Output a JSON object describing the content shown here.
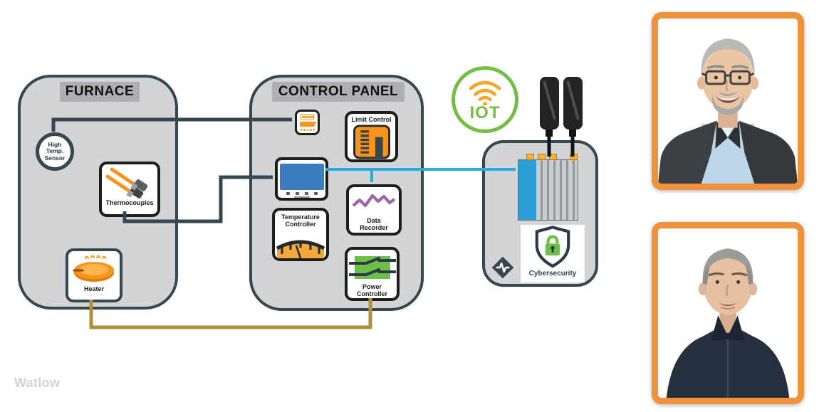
{
  "furnace": {
    "title": "FURNACE",
    "sensor": "High\nTemp.\nSensor",
    "thermocouples": "Thermocouples",
    "heater": "Heater"
  },
  "control_panel": {
    "title": "CONTROL PANEL",
    "limit_control": "Limit Control",
    "temperature_controller": "Temperature\nController",
    "data_recorder": "Data\nRecorder",
    "power_controller": "Power\nController"
  },
  "iot": {
    "label": "IOT"
  },
  "gateway": {
    "cybersecurity": "Cybersecurity"
  },
  "watermark": {
    "text": "Watlow"
  },
  "icons": {
    "wifi-icon": "three orange signal arcs with dot",
    "antenna-icon": "black paddle antenna with cable",
    "shield-lock-icon": "shield outline with green padlock",
    "watlow-logo-icon": "dark diamond with white pulse W",
    "thermocouples-icon": "two orange thermocouple probes",
    "heater-icon": "orange heater disc with flames",
    "limit-control-icon": "orange module with menu bars",
    "touchscreen-icon": "blue touchscreen controller",
    "gauge-icon": "yellow analog gauge with needle",
    "zigzag-icon": "purple trend line",
    "power-switch-icon": "green block with open contactors"
  },
  "colors": {
    "panel-fill": "#d2d4d6",
    "panel-border": "#37474f",
    "label-bg": "#aeb0b3",
    "ink": "#1d1d1b",
    "orange": "#f7941e",
    "gauge-yellow": "#f3a83c",
    "green": "#6cc04a",
    "iot-green": "#72bf44",
    "wifi-orange": "#f5a623",
    "line-blue": "#29abe2",
    "screen-blue": "#3d7cc0",
    "device-blue": "#2e9fd6",
    "purple": "#9e64a8",
    "gold": "#b08f3c",
    "frame-orange": "#f0913c",
    "watermark-gray": "#d2d2d2"
  }
}
